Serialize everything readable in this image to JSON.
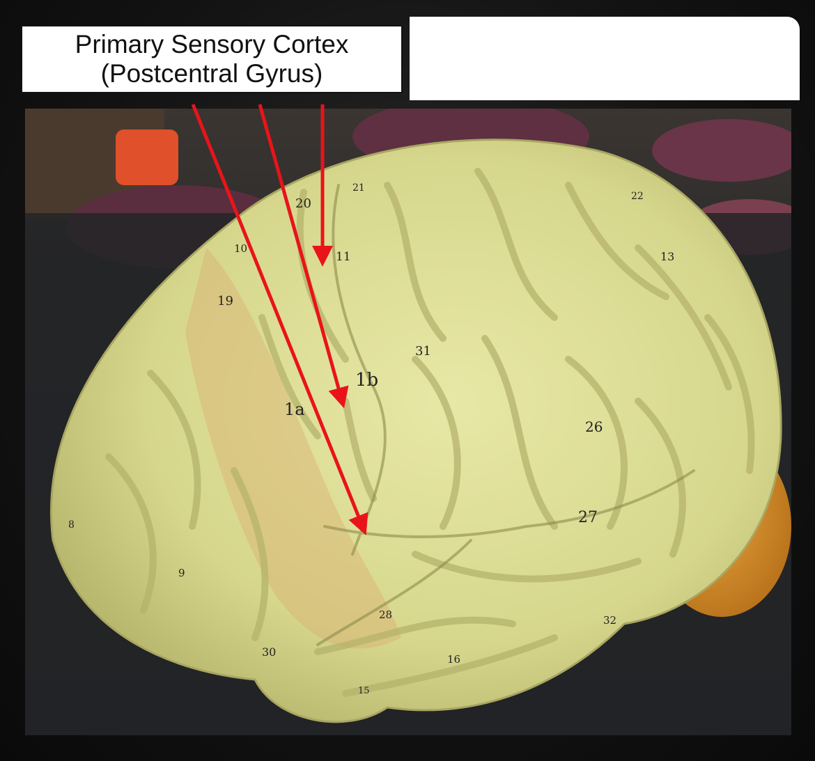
{
  "label": {
    "line1": "Primary Sensory Cortex",
    "line2": "(Postcentral Gyrus)"
  },
  "photo": {
    "region_labels": [
      "20",
      "21",
      "22",
      "10",
      "11",
      "13",
      "19",
      "31",
      "1b",
      "1a",
      "26",
      "27",
      "8",
      "9",
      "28",
      "32",
      "30",
      "16",
      "15"
    ]
  },
  "colors": {
    "arrow": "#e8141a",
    "brain": "#dfe09a",
    "cerebellum": "#d98f2a",
    "background": "#0d0d0d"
  },
  "icons": [
    "arrow-icon"
  ]
}
